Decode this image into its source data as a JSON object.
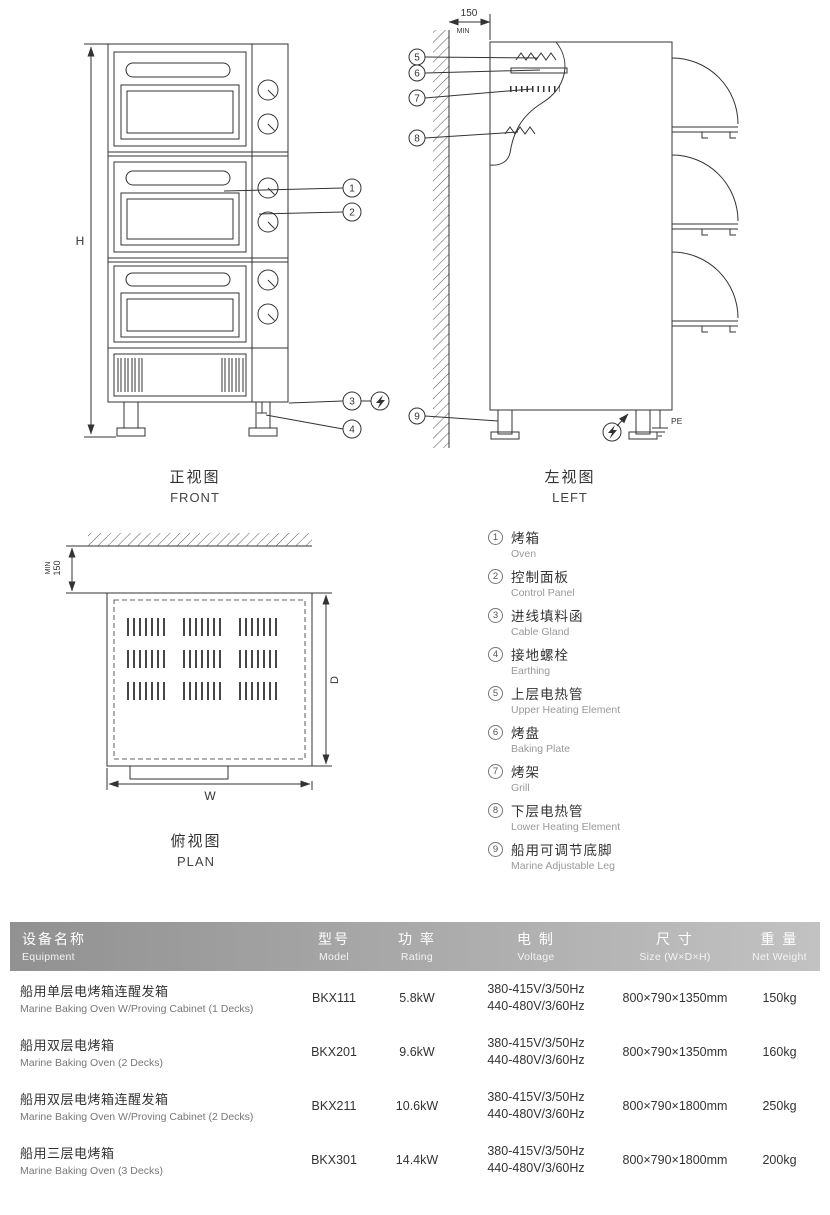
{
  "colors": {
    "table_header_start": "#919191",
    "table_header_end": "#c2c2c2",
    "table_header_text": "#ffffff",
    "drawing_line": "#333333"
  },
  "drawings": {
    "front": {
      "caption_zh": "正视图",
      "caption_en": "FRONT",
      "dim_height": "H"
    },
    "left": {
      "caption_zh": "左视图",
      "caption_en": "LEFT",
      "dim_clearance": "150",
      "dim_min": "MIN",
      "earth_label": "PE"
    },
    "plan": {
      "caption_zh": "俯视图",
      "caption_en": "PLAN",
      "dim_clearance": "150",
      "dim_min": "MIN",
      "dim_depth": "D",
      "dim_width": "W"
    }
  },
  "legend": {
    "items": [
      {
        "num": "1",
        "zh": "烤箱",
        "en": "Oven"
      },
      {
        "num": "2",
        "zh": "控制面板",
        "en": "Control Panel"
      },
      {
        "num": "3",
        "zh": "进线填料函",
        "en": "Cable Gland"
      },
      {
        "num": "4",
        "zh": "接地螺栓",
        "en": "Earthing"
      },
      {
        "num": "5",
        "zh": "上层电热管",
        "en": "Upper Heating Element"
      },
      {
        "num": "6",
        "zh": "烤盘",
        "en": "Baking Plate"
      },
      {
        "num": "7",
        "zh": "烤架",
        "en": "Grill"
      },
      {
        "num": "8",
        "zh": "下层电热管",
        "en": "Lower Heating Element"
      },
      {
        "num": "9",
        "zh": "船用可调节底脚",
        "en": "Marine Adjustable Leg"
      }
    ]
  },
  "table": {
    "headers": [
      {
        "zh": "设备名称",
        "en": "Equipment"
      },
      {
        "zh": "型号",
        "en": "Model"
      },
      {
        "zh": "功 率",
        "en": "Rating"
      },
      {
        "zh": "电 制",
        "en": "Voltage"
      },
      {
        "zh": "尺 寸",
        "en": "Size (W×D×H)"
      },
      {
        "zh": "重 量",
        "en": "Net Weight"
      }
    ],
    "rows": [
      {
        "name_zh": "船用单层电烤箱连醒发箱",
        "name_en": "Marine Baking Oven W/Proving Cabinet (1 Decks)",
        "model": "BKX111",
        "rating": "5.8kW",
        "voltage1": "380-415V/3/50Hz",
        "voltage2": "440-480V/3/60Hz",
        "size": "800×790×1350mm",
        "weight": "150kg"
      },
      {
        "name_zh": "船用双层电烤箱",
        "name_en": "Marine Baking Oven (2 Decks)",
        "model": "BKX201",
        "rating": "9.6kW",
        "voltage1": "380-415V/3/50Hz",
        "voltage2": "440-480V/3/60Hz",
        "size": "800×790×1350mm",
        "weight": "160kg"
      },
      {
        "name_zh": "船用双层电烤箱连醒发箱",
        "name_en": "Marine Baking Oven W/Proving Cabinet (2 Decks)",
        "model": "BKX211",
        "rating": "10.6kW",
        "voltage1": "380-415V/3/50Hz",
        "voltage2": "440-480V/3/60Hz",
        "size": "800×790×1800mm",
        "weight": "250kg"
      },
      {
        "name_zh": "船用三层电烤箱",
        "name_en": "Marine Baking Oven (3 Decks)",
        "model": "BKX301",
        "rating": "14.4kW",
        "voltage1": "380-415V/3/50Hz",
        "voltage2": "440-480V/3/60Hz",
        "size": "800×790×1800mm",
        "weight": "200kg"
      }
    ]
  }
}
